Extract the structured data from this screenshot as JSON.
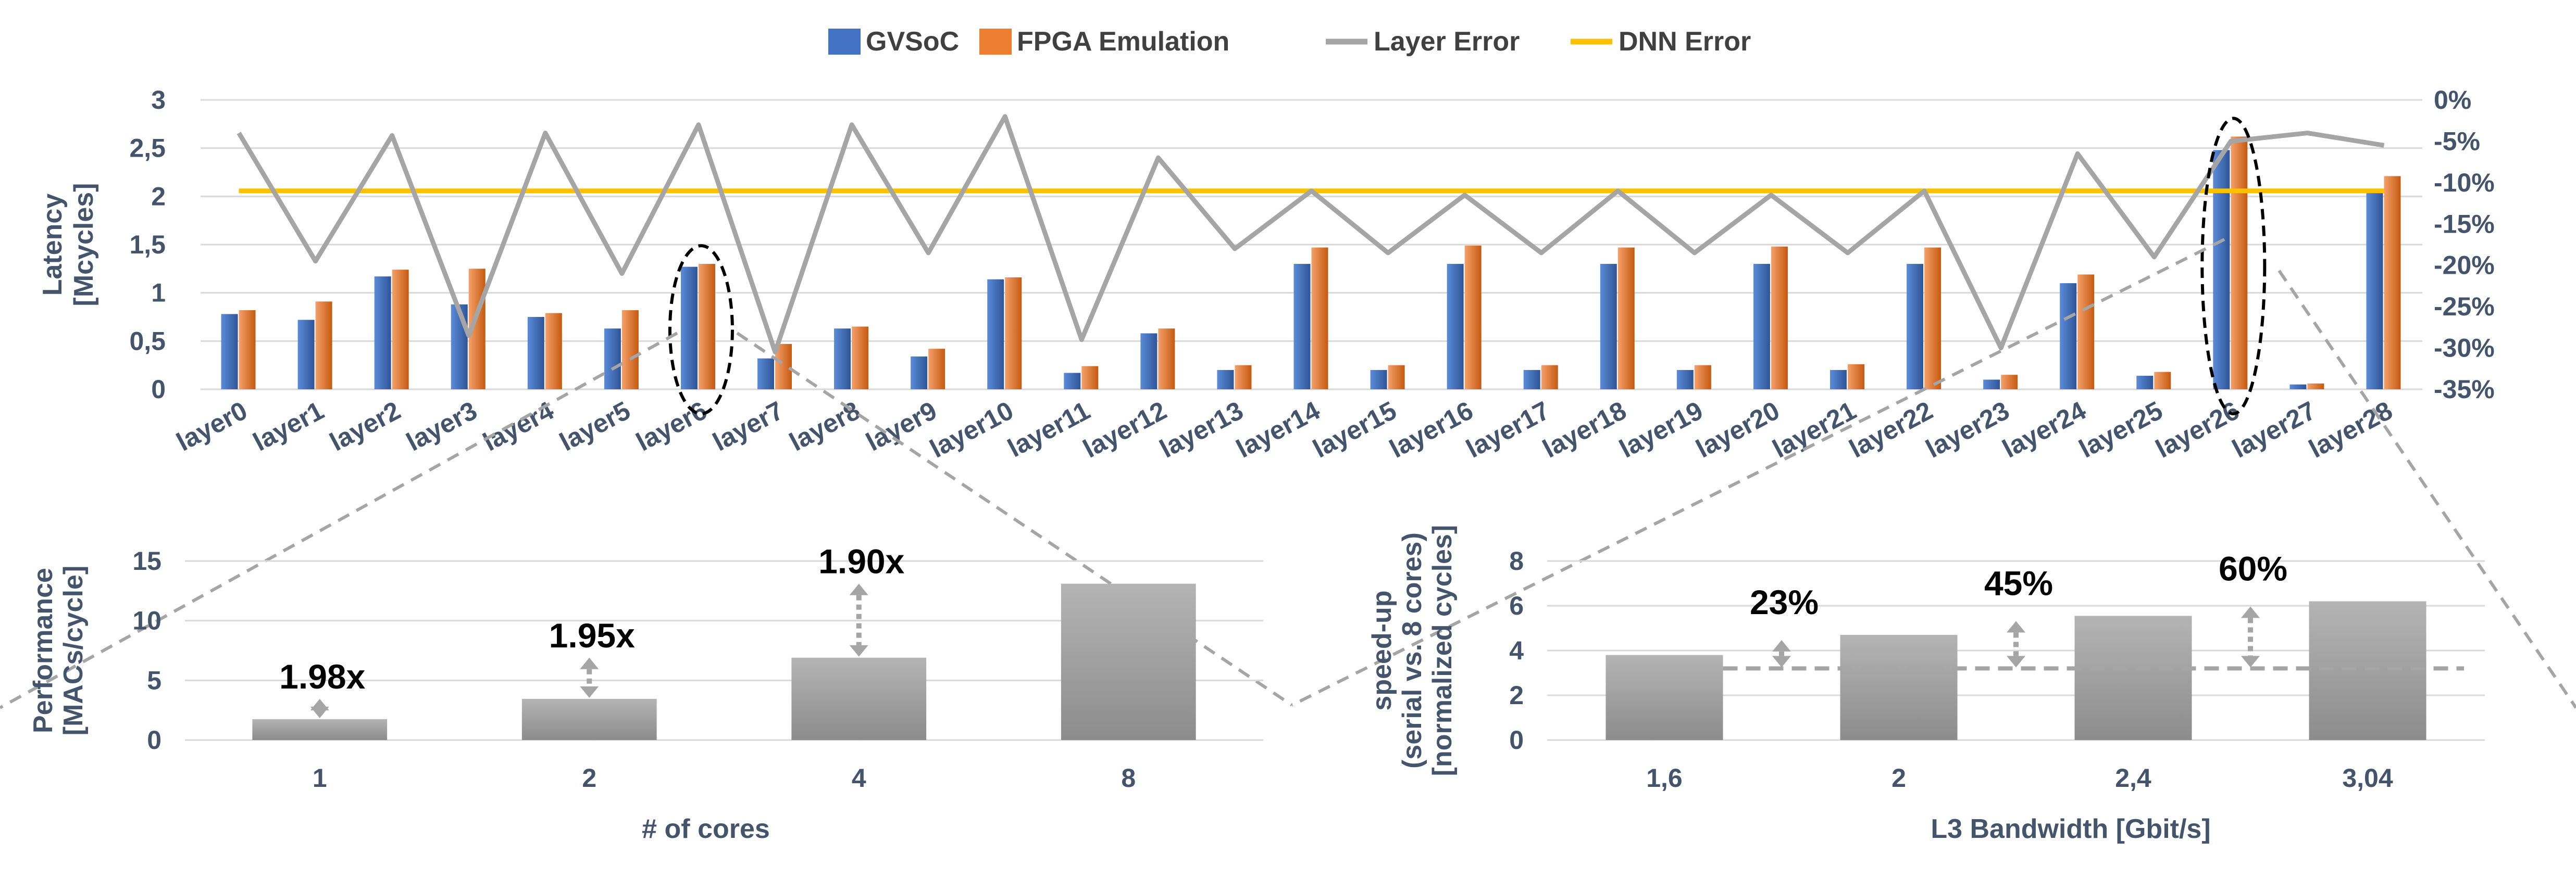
{
  "legend": [
    {
      "label": "GVSoC",
      "color": "#4472C4",
      "kind": "bar"
    },
    {
      "label": "FPGA Emulation",
      "color": "#ED7D31",
      "kind": "bar"
    },
    {
      "label": "Layer Error",
      "color": "#A5A5A5",
      "kind": "line"
    },
    {
      "label": "DNN Error",
      "color": "#FFC000",
      "kind": "line"
    }
  ],
  "chart_data": [
    {
      "type": "bar",
      "ylabel": [
        "Latency",
        "[Mcycles]"
      ],
      "ylim": [
        0,
        3
      ],
      "yticks": [
        "0",
        "0,5",
        "1",
        "1,5",
        "2",
        "2,5",
        "3"
      ],
      "y2lim": [
        -35,
        0
      ],
      "y2ticks": [
        "0%",
        "-5%",
        "-10%",
        "-15%",
        "-20%",
        "-25%",
        "-30%",
        "-35%"
      ],
      "grid": true,
      "legend_position": "top",
      "categories": [
        "layer0",
        "layer1",
        "layer2",
        "layer3",
        "layer4",
        "layer5",
        "layer6",
        "layer7",
        "layer8",
        "layer9",
        "layer10",
        "layer11",
        "layer12",
        "layer13",
        "layer14",
        "layer15",
        "layer16",
        "layer17",
        "layer18",
        "layer19",
        "layer20",
        "layer21",
        "layer22",
        "layer23",
        "layer24",
        "layer25",
        "layer26",
        "layer27",
        "layer28"
      ],
      "series": [
        {
          "name": "GVSoC",
          "axis": "left",
          "values": [
            0.78,
            0.72,
            1.17,
            0.88,
            0.75,
            0.63,
            1.27,
            0.32,
            0.63,
            0.34,
            1.14,
            0.17,
            0.58,
            0.2,
            1.3,
            0.2,
            1.3,
            0.2,
            1.3,
            0.2,
            1.3,
            0.2,
            1.3,
            0.1,
            1.1,
            0.14,
            2.48,
            0.05,
            2.06
          ]
        },
        {
          "name": "FPGA Emulation",
          "axis": "left",
          "values": [
            0.82,
            0.91,
            1.24,
            1.25,
            0.79,
            0.82,
            1.3,
            0.47,
            0.65,
            0.42,
            1.16,
            0.24,
            0.63,
            0.25,
            1.47,
            0.25,
            1.49,
            0.25,
            1.47,
            0.25,
            1.48,
            0.26,
            1.47,
            0.15,
            1.19,
            0.18,
            2.62,
            0.06,
            2.21
          ]
        },
        {
          "name": "Layer Error",
          "axis": "right",
          "values": [
            -4,
            -19.5,
            -4.3,
            -28.5,
            -4,
            -21,
            -3,
            -30.5,
            -3,
            -18.5,
            -2,
            -29,
            -7,
            -18,
            -11,
            -18.5,
            -11.5,
            -18.5,
            -11,
            -18.5,
            -11.5,
            -18.5,
            -11,
            -30,
            -6.5,
            -19,
            -5,
            -4,
            -5.5
          ]
        },
        {
          "name": "DNN Error",
          "axis": "right",
          "values": [
            -11,
            -11,
            -11,
            -11,
            -11,
            -11,
            -11,
            -11,
            -11,
            -11,
            -11,
            -11,
            -11,
            -11,
            -11,
            -11,
            -11,
            -11,
            -11,
            -11,
            -11,
            -11,
            -11,
            -11,
            -11,
            -11,
            -11,
            -11,
            -11
          ]
        }
      ],
      "highlighted_categories": [
        "layer6",
        "layer26"
      ]
    },
    {
      "type": "bar",
      "xlabel": "# of cores",
      "ylabel": [
        "Performance",
        "[MACs/cycle]"
      ],
      "ylim": [
        0,
        15
      ],
      "yticks": [
        "0",
        "5",
        "10",
        "15"
      ],
      "grid": true,
      "categories": [
        "1",
        "2",
        "4",
        "8"
      ],
      "values": [
        1.75,
        3.45,
        6.9,
        13.1
      ],
      "annotations": [
        "1.98x",
        "1.95x",
        "1.90x"
      ]
    },
    {
      "type": "bar",
      "xlabel": "L3  Bandwidth [Gbit/s]",
      "ylabel": [
        "speed-up",
        "(serial vs. 8 cores)",
        "[normalized cycles]"
      ],
      "ylim": [
        0,
        8
      ],
      "yticks": [
        "0",
        "2",
        "4",
        "6",
        "8"
      ],
      "grid": true,
      "categories": [
        "1,6",
        "2",
        "2,4",
        "3,04"
      ],
      "values": [
        3.8,
        4.7,
        5.55,
        6.2
      ],
      "reference_value": 3.2,
      "annotations": [
        "23%",
        "45%",
        "60%"
      ]
    }
  ]
}
